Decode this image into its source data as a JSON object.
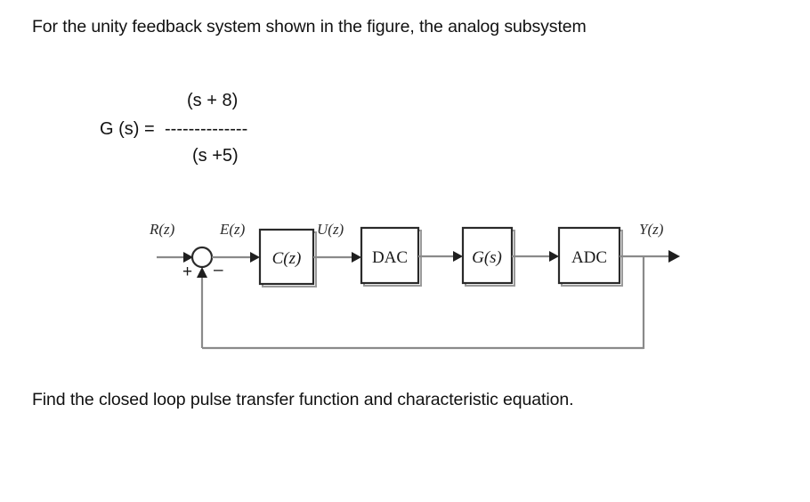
{
  "page": {
    "intro_text": "For the unity feedback system shown in the figure, the analog subsystem",
    "question_text": "Find the closed loop pulse transfer function and characteristic equation."
  },
  "formula": {
    "lhs": "G (s) =",
    "numerator": "(s + 8)",
    "fraction_bar": "--------------",
    "denominator": "(s +5)"
  },
  "diagram": {
    "signals": {
      "input": "R(z)",
      "error": "E(z)",
      "control": "U(z)",
      "output": "Y(z)"
    },
    "summing_junction": {
      "plus_sign": "+",
      "minus_sign": "–"
    },
    "blocks": [
      {
        "id": "controller",
        "label": "C(z)",
        "italic": true
      },
      {
        "id": "dac",
        "label": "DAC",
        "italic": false
      },
      {
        "id": "plant",
        "label": "G(s)",
        "italic": true
      },
      {
        "id": "adc",
        "label": "ADC",
        "italic": false
      }
    ]
  },
  "colors": {
    "text": "#111111",
    "wire": "#8a8a8a",
    "block_border": "#2a2a2a",
    "background": "#ffffff"
  }
}
